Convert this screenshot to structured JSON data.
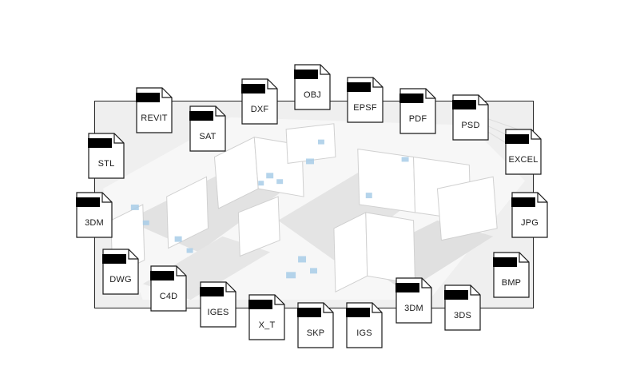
{
  "file_formats": [
    {
      "id": "revit",
      "label": "REVIT"
    },
    {
      "id": "sat",
      "label": "SAT"
    },
    {
      "id": "dxf",
      "label": "DXF"
    },
    {
      "id": "obj",
      "label": "OBJ"
    },
    {
      "id": "epsf",
      "label": "EPSF"
    },
    {
      "id": "pdf",
      "label": "PDF"
    },
    {
      "id": "psd",
      "label": "PSD"
    },
    {
      "id": "excel",
      "label": "EXCEL"
    },
    {
      "id": "stl",
      "label": "STL"
    },
    {
      "id": "jpg",
      "label": "JPG"
    },
    {
      "id": "3dm-left",
      "label": "3DM"
    },
    {
      "id": "bmp",
      "label": "BMP"
    },
    {
      "id": "dwg",
      "label": "DWG"
    },
    {
      "id": "c4d",
      "label": "C4D"
    },
    {
      "id": "iges",
      "label": "IGES"
    },
    {
      "id": "x-t",
      "label": "X_T"
    },
    {
      "id": "skp",
      "label": "SKP"
    },
    {
      "id": "igs",
      "label": "IGS"
    },
    {
      "id": "3dm-bottom",
      "label": "3DM"
    },
    {
      "id": "3ds",
      "label": "3DS"
    }
  ],
  "colors": {
    "icon_border": "#1a1a1a",
    "icon_fill": "#ffffff",
    "redaction": "#000000",
    "furniture_accent": "#a9cde8"
  }
}
